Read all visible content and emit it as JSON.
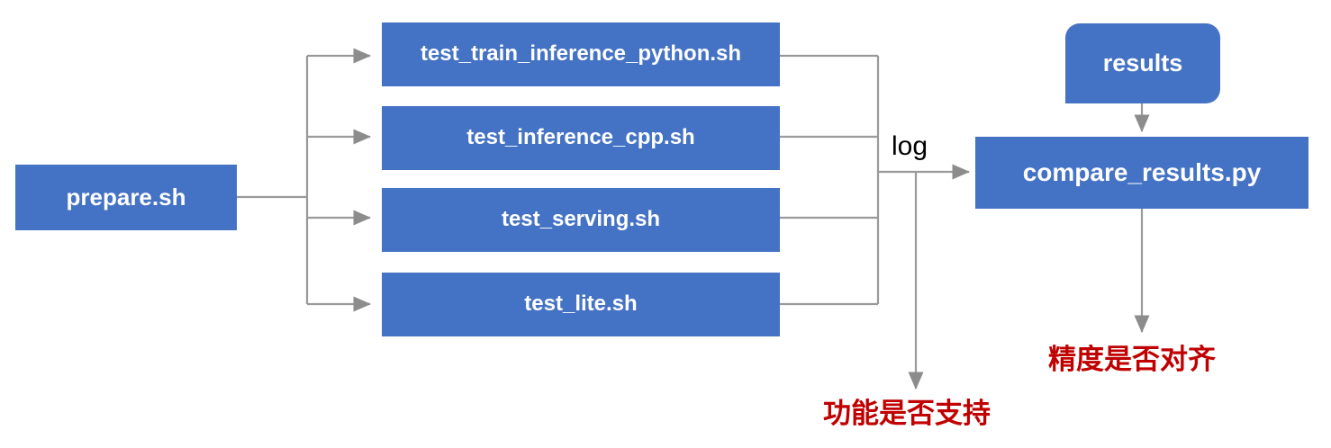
{
  "diagram": {
    "title": "Test pipeline flowchart",
    "colors": {
      "node_fill": "#4472C4",
      "node_text": "#FFFFFF",
      "connector": "#9A9A9A",
      "note_text": "#C00000",
      "background": "#FFFFFF"
    },
    "nodes": [
      {
        "id": "prepare",
        "label": "prepare.sh",
        "shape": "rectangle"
      },
      {
        "id": "test_train",
        "label": "test_train_inference_python.sh",
        "shape": "rectangle"
      },
      {
        "id": "test_cpp",
        "label": "test_inference_cpp.sh",
        "shape": "rectangle"
      },
      {
        "id": "test_serving",
        "label": "test_serving.sh",
        "shape": "rectangle"
      },
      {
        "id": "test_lite",
        "label": "test_lite.sh",
        "shape": "rectangle"
      },
      {
        "id": "results",
        "label": "results",
        "shape": "rounded-rectangle"
      },
      {
        "id": "compare",
        "label": "compare_results.py",
        "shape": "rectangle"
      }
    ],
    "edge_labels": [
      {
        "id": "log",
        "text": "log"
      }
    ],
    "notes": [
      {
        "id": "function_supported",
        "text": "功能是否支持"
      },
      {
        "id": "precision_aligned",
        "text": "精度是否对齐"
      }
    ],
    "edges": [
      {
        "from": "prepare",
        "to": "test_train",
        "label": ""
      },
      {
        "from": "prepare",
        "to": "test_cpp",
        "label": ""
      },
      {
        "from": "prepare",
        "to": "test_serving",
        "label": ""
      },
      {
        "from": "prepare",
        "to": "test_lite",
        "label": ""
      },
      {
        "from": "test_train",
        "to": "compare",
        "label": "log"
      },
      {
        "from": "test_cpp",
        "to": "compare",
        "label": "log"
      },
      {
        "from": "test_serving",
        "to": "compare",
        "label": "log"
      },
      {
        "from": "test_lite",
        "to": "compare",
        "label": "log"
      },
      {
        "from": "test_group",
        "to": "function_supported",
        "label": ""
      },
      {
        "from": "results",
        "to": "compare",
        "label": ""
      },
      {
        "from": "compare",
        "to": "precision_aligned",
        "label": ""
      }
    ]
  }
}
